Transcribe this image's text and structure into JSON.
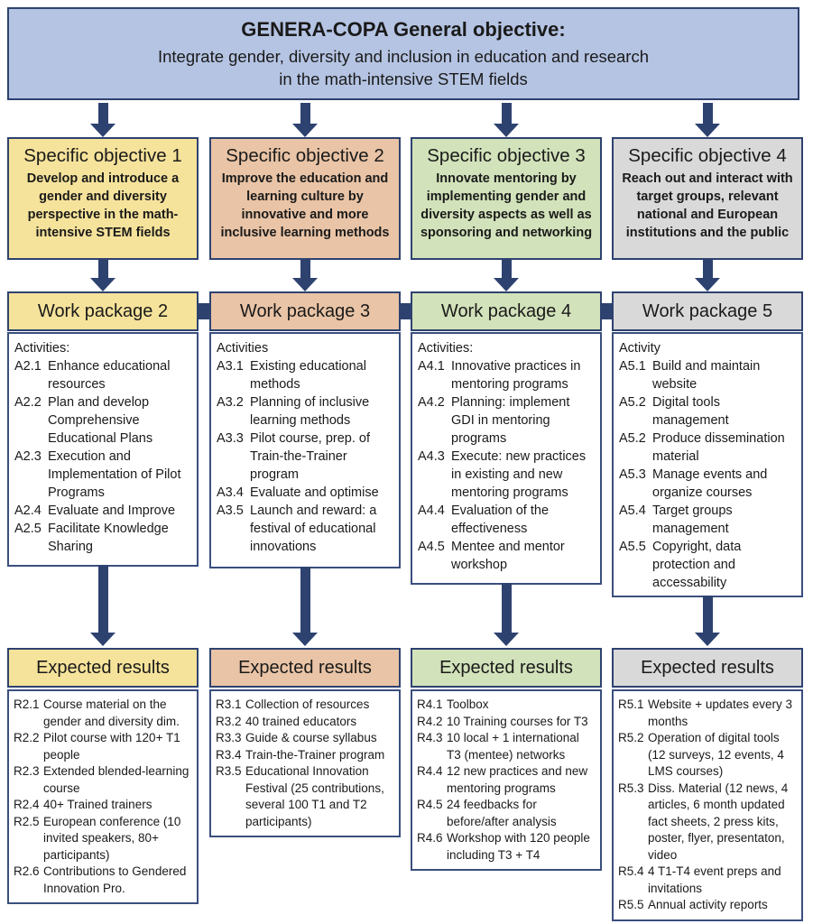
{
  "banner": {
    "title": "GENERA-COPA General objective:",
    "subtitle_lines": [
      "Integrate gender, diversity and inclusion in education and research",
      "in the math-intensive STEM fields"
    ]
  },
  "colors": {
    "banner_blue": "#b5c4e3",
    "navy": "#2e4270",
    "column_colors": [
      "#f6e39b",
      "#e9c4a6",
      "#d2e2ba",
      "#d9d9d9"
    ]
  },
  "columns": [
    {
      "objective_title": "Specific objective 1",
      "objective_text": "Develop and introduce a gender and diversity perspective in the math-intensive STEM fields",
      "work_package": "Work package 2",
      "activities_label": "Activities:",
      "activities": [
        {
          "id": "A2.1",
          "text": "Enhance educational resources"
        },
        {
          "id": "A2.2",
          "text": "Plan and develop Comprehensive Educational Plans"
        },
        {
          "id": "A2.3",
          "text": "Execution and Implementation of Pilot Programs"
        },
        {
          "id": "A2.4",
          "text": "Evaluate and Improve"
        },
        {
          "id": "A2.5",
          "text": "Facilitate Knowledge Sharing"
        }
      ],
      "results_label": "Expected results",
      "results": [
        {
          "id": "R2.1",
          "text": "Course material on the gender and diversity dim."
        },
        {
          "id": "R2.2",
          "text": "Pilot course with 120+ T1 people"
        },
        {
          "id": "R2.3",
          "text": "Extended blended-learning course"
        },
        {
          "id": "R2.4",
          "text": "40+ Trained trainers"
        },
        {
          "id": "R2.5",
          "text": "European conference (10 invited speakers, 80+ participants)"
        },
        {
          "id": "R2.6",
          "text": "Contributions to Gendered Innovation Pro."
        }
      ]
    },
    {
      "objective_title": "Specific objective 2",
      "objective_text": "Improve the education and learning culture by innovative and more inclusive learning methods",
      "work_package": "Work package 3",
      "activities_label": "Activities",
      "activities": [
        {
          "id": "A3.1",
          "text": "Existing educational methods"
        },
        {
          "id": "A3.2",
          "text": "Planning of inclusive learning methods"
        },
        {
          "id": "A3.3",
          "text": "Pilot course, prep. of Train-the-Trainer program"
        },
        {
          "id": "A3.4",
          "text": "Evaluate and optimise"
        },
        {
          "id": "A3.5",
          "text": "Launch and reward: a festival of educational innovations"
        }
      ],
      "results_label": "Expected results",
      "results": [
        {
          "id": "R3.1",
          "text": "Collection of resources"
        },
        {
          "id": "R3.2",
          "text": "40 trained educators"
        },
        {
          "id": "R3.3",
          "text": "Guide & course syllabus"
        },
        {
          "id": "R3.4",
          "text": "Train-the-Trainer program"
        },
        {
          "id": "R3.5",
          "text": "Educational Innovation Festival (25 contributions, several 100 T1 and T2 participants)"
        }
      ]
    },
    {
      "objective_title": "Specific objective 3",
      "objective_text": "Innovate mentoring by implementing gender and diversity aspects as well as sponsoring and networking",
      "work_package": "Work package 4",
      "activities_label": "Activities:",
      "activities": [
        {
          "id": "A4.1",
          "text": "Innovative practices in mentoring programs"
        },
        {
          "id": "A4.2",
          "text": "Planning: implement GDI in mentoring programs"
        },
        {
          "id": "A4.3",
          "text": "Execute: new practices in existing and new mentoring programs"
        },
        {
          "id": "A4.4",
          "text": "Evaluation of the effectiveness"
        },
        {
          "id": "A4.5",
          "text": "Mentee and mentor workshop"
        }
      ],
      "results_label": "Expected results",
      "results": [
        {
          "id": "R4.1",
          "text": "Toolbox"
        },
        {
          "id": "R4.2",
          "text": "10 Training courses for T3"
        },
        {
          "id": "R4.3",
          "text": "10 local + 1 international T3 (mentee) networks"
        },
        {
          "id": "R4.4",
          "text": "12 new practices and new mentoring programs"
        },
        {
          "id": "R4.5",
          "text": "24 feedbacks for before/after analysis"
        },
        {
          "id": "R4.6",
          "text": "Workshop with 120 people including T3 + T4"
        }
      ]
    },
    {
      "objective_title": "Specific objective 4",
      "objective_text": "Reach out and interact with target groups, relevant national and European institutions and the public",
      "work_package": "Work package 5",
      "activities_label": "Activity",
      "activities": [
        {
          "id": "A5.1",
          "text": "Build and maintain website"
        },
        {
          "id": "A5.2",
          "text": "Digital tools management"
        },
        {
          "id": "A5.2",
          "text": "Produce dissemination material"
        },
        {
          "id": "A5.3",
          "text": "Manage events and organize courses"
        },
        {
          "id": "A5.4",
          "text": "Target groups management"
        },
        {
          "id": "A5.5",
          "text": "Copyright, data protection and accessability"
        }
      ],
      "results_label": "Expected results",
      "results": [
        {
          "id": "R5.1",
          "text": "Website + updates every 3 months"
        },
        {
          "id": "R5.2",
          "text": "Operation of digital tools (12 surveys, 12 events, 4 LMS courses)"
        },
        {
          "id": "R5.3",
          "text": "Diss. Material (12 news, 4 articles, 6 month updated fact sheets, 2 press kits, poster, flyer, presentaton, video"
        },
        {
          "id": "R5.4",
          "text": "4 T1-T4 event preps and invitations"
        },
        {
          "id": "R5.5",
          "text": "Annual activity reports"
        }
      ]
    }
  ]
}
